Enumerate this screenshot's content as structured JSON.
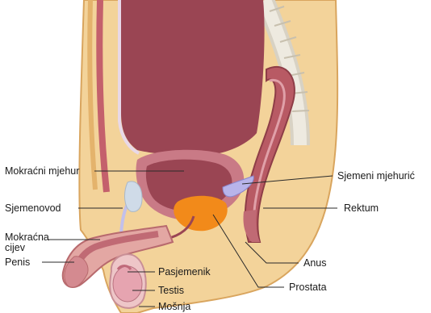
{
  "diagram": {
    "colors": {
      "skin": "#f3d39a",
      "skin_edge": "#d9a55e",
      "bladder_wall": "#c97a86",
      "bladder_inner": "#9a4553",
      "rectum": "#b85a64",
      "prostate": "#f28a1a",
      "vesicle": "#b8b4ea",
      "spine": "#e6e2d8"
    },
    "labels": {
      "bladder": "Mokraćni mjehur",
      "seminal_vesicle": "Sjemeni mjehurić",
      "vas_deferens": "Sjemenovod",
      "rectum": "Rektum",
      "urethra_line1": "Mokraćna",
      "urethra_line2": "cijev",
      "penis": "Penis",
      "anus": "Anus",
      "epididymis": "Pasjemenik",
      "prostate": "Prostata",
      "testis": "Testis",
      "scrotum": "Mošnja"
    }
  }
}
